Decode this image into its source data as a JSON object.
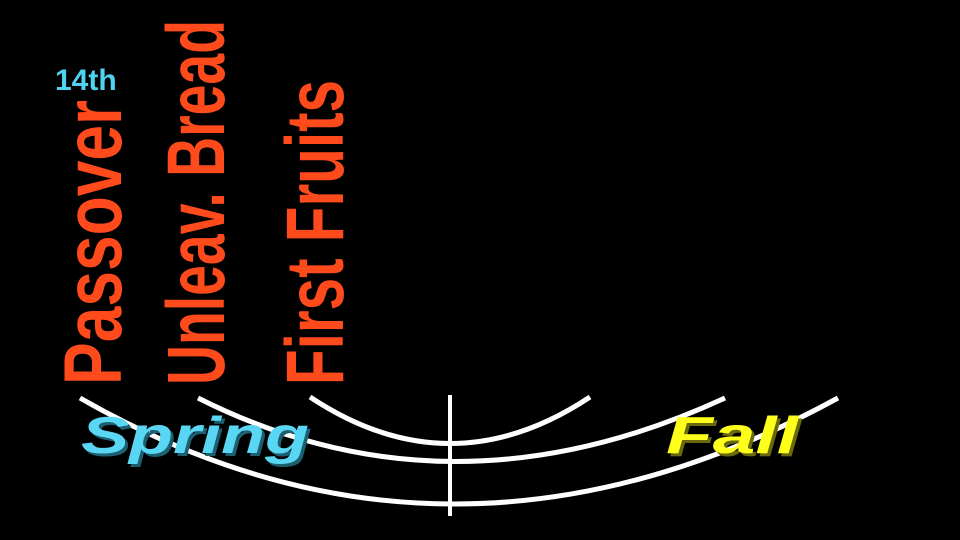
{
  "day_label": "14th",
  "feasts": [
    {
      "name": "Passover"
    },
    {
      "name": "Unleav. Bread"
    },
    {
      "name": "First Fruits"
    }
  ],
  "seasons": {
    "spring": "Spring",
    "fall": "Fall"
  },
  "colors": {
    "background": "#000000",
    "feast": "#ff4a1c",
    "day_label": "#4fd3f0",
    "spring": "#5ad6f5",
    "fall": "#ffff1a",
    "arcs": "#ffffff"
  }
}
